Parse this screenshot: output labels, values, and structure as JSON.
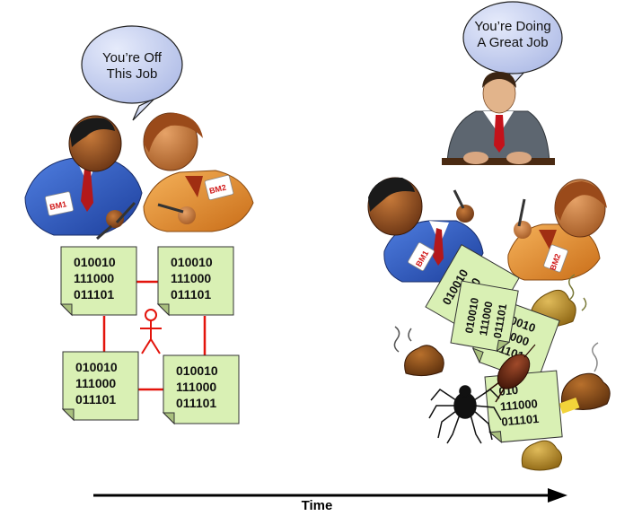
{
  "left_scene": {
    "speech": [
      "You’re Off",
      "This Job"
    ],
    "badges": [
      "BM1",
      "BM2"
    ],
    "documents": [
      [
        "010010",
        "111000",
        "011101"
      ],
      [
        "010010",
        "111000",
        "011101"
      ],
      [
        "010010",
        "111000",
        "011101"
      ],
      [
        "010010",
        "111000",
        "011101"
      ]
    ]
  },
  "right_scene": {
    "speech": [
      "You’re Doing",
      "A Great Job"
    ],
    "badges": [
      "BM1",
      "BM2"
    ],
    "documents": [
      [
        "010010",
        "111000",
        "011101"
      ],
      [
        "010010",
        "111000",
        "011101"
      ],
      [
        "010",
        "111000",
        "011101"
      ]
    ]
  },
  "axis": {
    "label": "Time"
  },
  "colors": {
    "document_fill": "#d9f0b4",
    "connector": "#e3140c",
    "bubble_fill": "#c9d3f2",
    "blue_shirt": "#2a4fb4",
    "orange_shirt": "#e08a2c"
  }
}
